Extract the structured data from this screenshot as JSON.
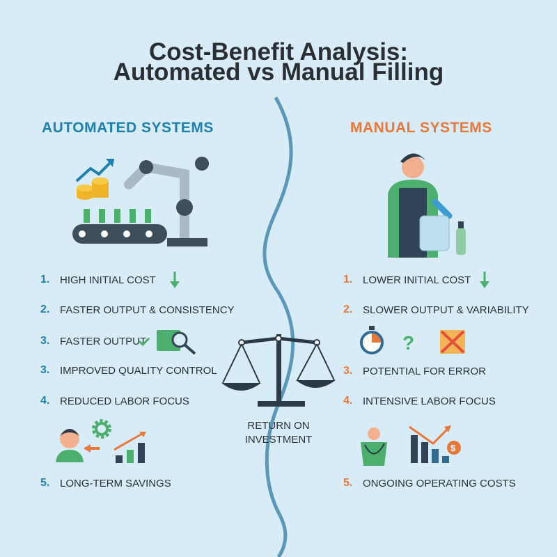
{
  "title": {
    "line1": "Cost-Benefit Analysis:",
    "line2": "Automated vs Manual Filling"
  },
  "colors": {
    "background": "#d7ecf6",
    "automated_accent": "#1f7fae",
    "manual_accent": "#e8773a",
    "green": "#4caf6e",
    "dark": "#2b2f33"
  },
  "automated": {
    "heading": "AUTOMATED SYSTEMS",
    "items": [
      {
        "num": "1.",
        "text": "HIGH INITIAL COST"
      },
      {
        "num": "2.",
        "text": "FASTER OUTPUT & CONSISTENCY"
      },
      {
        "num": "3.",
        "text": "FASTER OUTPUT"
      },
      {
        "num": "3.",
        "text": "IMPROVED QUALITY CONTROL"
      },
      {
        "num": "4.",
        "text": "REDUCED LABOR FOCUS"
      },
      {
        "num": "5.",
        "text": "LONG-TERM SAVINGS"
      }
    ]
  },
  "manual": {
    "heading": "MANUAL SYSTEMS",
    "items": [
      {
        "num": "1.",
        "text": "LOWER INITIAL COST"
      },
      {
        "num": "2.",
        "text": "SLOWER OUTPUT & VARIABILITY"
      },
      {
        "num": "3.",
        "text": "POTENTIAL FOR ERROR"
      },
      {
        "num": "4.",
        "text": "INTENSIVE LABOR FOCUS"
      },
      {
        "num": "5.",
        "text": "ONGOING OPERATING COSTS"
      }
    ]
  },
  "center": {
    "line1": "RETURN ON",
    "line2": "INVESTMENT"
  },
  "icons": [
    "robot-arm-icon",
    "coins-icon",
    "trend-up-icon",
    "down-arrow-icon",
    "check-icon",
    "magnifier-icon",
    "worker-icon",
    "gear-icon",
    "bar-chart-icon",
    "stopwatch-icon",
    "question-icon",
    "broken-box-icon",
    "balance-scale-icon",
    "dollar-icon"
  ]
}
